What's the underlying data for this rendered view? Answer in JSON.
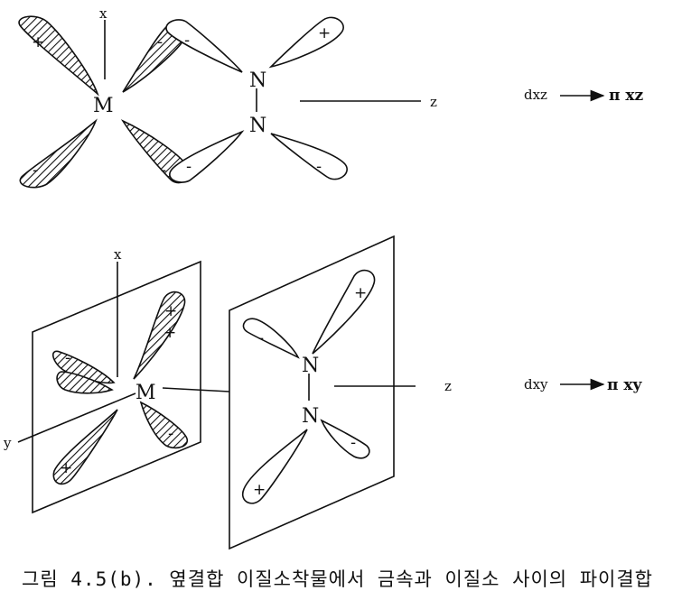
{
  "top": {
    "metal": "M",
    "n1": "N",
    "n2": "N",
    "axis_x": "x",
    "axis_z": "z",
    "signs": [
      "+",
      "-",
      "-",
      "-",
      "+",
      "-",
      "-",
      "-"
    ],
    "eq_from": "dxz",
    "eq_to": "π xz"
  },
  "bottom": {
    "metal": "M",
    "n1": "N",
    "n2": "N",
    "axis_x": "x",
    "axis_y": "y",
    "axis_z": "z",
    "signs": [
      "+",
      "+",
      "-",
      "-",
      "+",
      "-",
      "-",
      "+"
    ],
    "eq_from": "dxy",
    "eq_to": "π xy"
  },
  "caption": "그림 4.5(b). 옆결합 이질소착물에서 금속과 이질소 사이의 파이결합"
}
